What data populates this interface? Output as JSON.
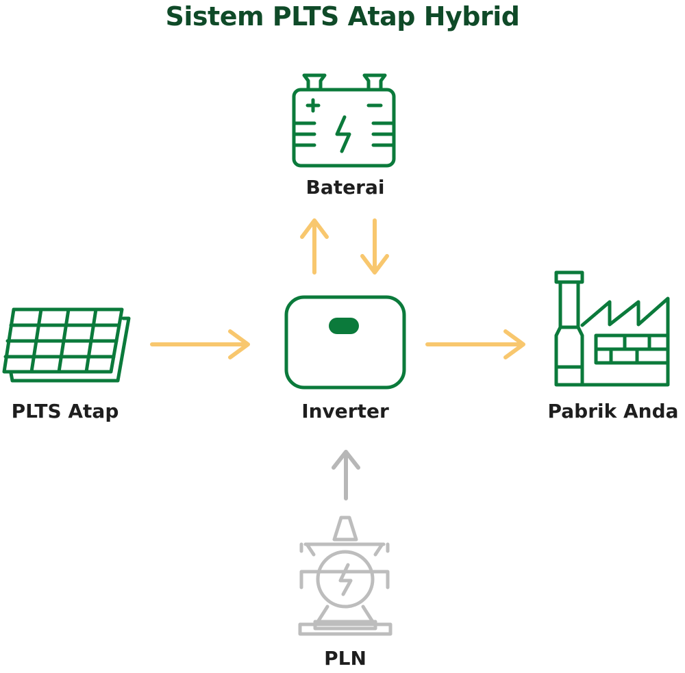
{
  "title": "Sistem PLTS Atap Hybrid",
  "colors": {
    "title": "#0f4a28",
    "icon": "#0b7a3b",
    "arrow_energy": "#f8c76e",
    "arrow_grid": "#b7b7b7",
    "icon_grid": "#bdbdbd",
    "label": "#1e1e1e"
  },
  "nodes": {
    "battery": {
      "label": "Baterai",
      "icon": "battery-icon"
    },
    "solar": {
      "label": "PLTS Atap",
      "icon": "solar-panel-icon"
    },
    "inverter": {
      "label": "Inverter",
      "icon": "inverter-icon"
    },
    "factory": {
      "label": "Pabrik Anda",
      "icon": "factory-icon"
    },
    "grid": {
      "label": "PLN",
      "icon": "transmission-tower-icon"
    }
  },
  "flows": [
    {
      "from": "PLTS Atap",
      "to": "Inverter"
    },
    {
      "from": "Inverter",
      "to": "Pabrik Anda"
    },
    {
      "from": "Inverter",
      "to": "Baterai"
    },
    {
      "from": "Baterai",
      "to": "Inverter"
    },
    {
      "from": "PLN",
      "to": "Inverter"
    }
  ]
}
